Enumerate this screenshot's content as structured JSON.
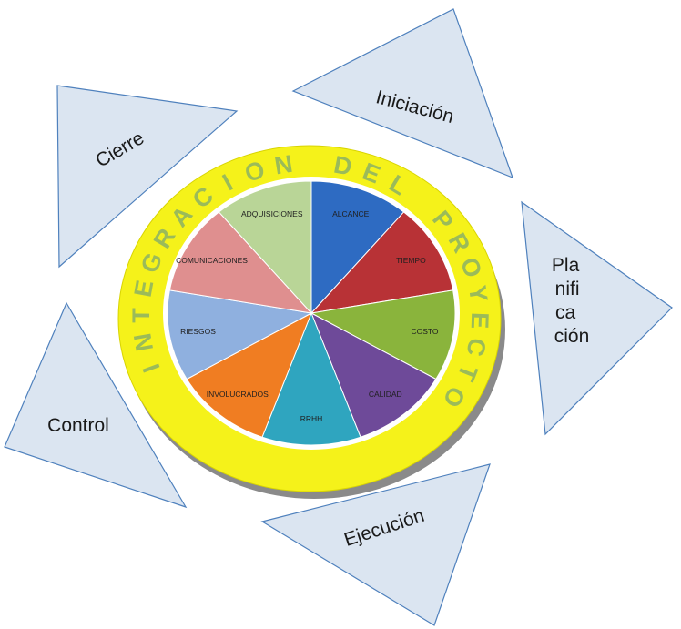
{
  "phases": [
    {
      "key": "iniciacion",
      "lines": [
        "Iniciación"
      ]
    },
    {
      "key": "planificacion",
      "lines": [
        "Pla",
        "nifi",
        "ca",
        "ción"
      ]
    },
    {
      "key": "ejecucion",
      "lines": [
        "Ejecución"
      ]
    },
    {
      "key": "control",
      "lines": [
        "Control"
      ]
    },
    {
      "key": "cierre",
      "lines": [
        "Cierre"
      ]
    }
  ],
  "ring_text": "INTEGRACION DEL PROYECTO",
  "areas": [
    {
      "label": "ALCANCE",
      "color": "#2e6bc2"
    },
    {
      "label": "TIEMPO",
      "color": "#b83236"
    },
    {
      "label": "COSTO",
      "color": "#8ab43c"
    },
    {
      "label": "CALIDAD",
      "color": "#6e4a99"
    },
    {
      "label": "RRHH",
      "color": "#2fa5bf"
    },
    {
      "label": "INVOLUCRADOS",
      "color": "#f07d22"
    },
    {
      "label": "RIESGOS",
      "color": "#8fb0df"
    },
    {
      "label": "COMUNICACIONES",
      "color": "#df8f8f"
    },
    {
      "label": "ADQUISICIONES",
      "color": "#b9d597"
    }
  ],
  "colors": {
    "ring": "#f5f21a",
    "ring_text": "#9bbb59",
    "triangle_fill": "#dbe5f1",
    "triangle_stroke": "#4f81bd"
  }
}
